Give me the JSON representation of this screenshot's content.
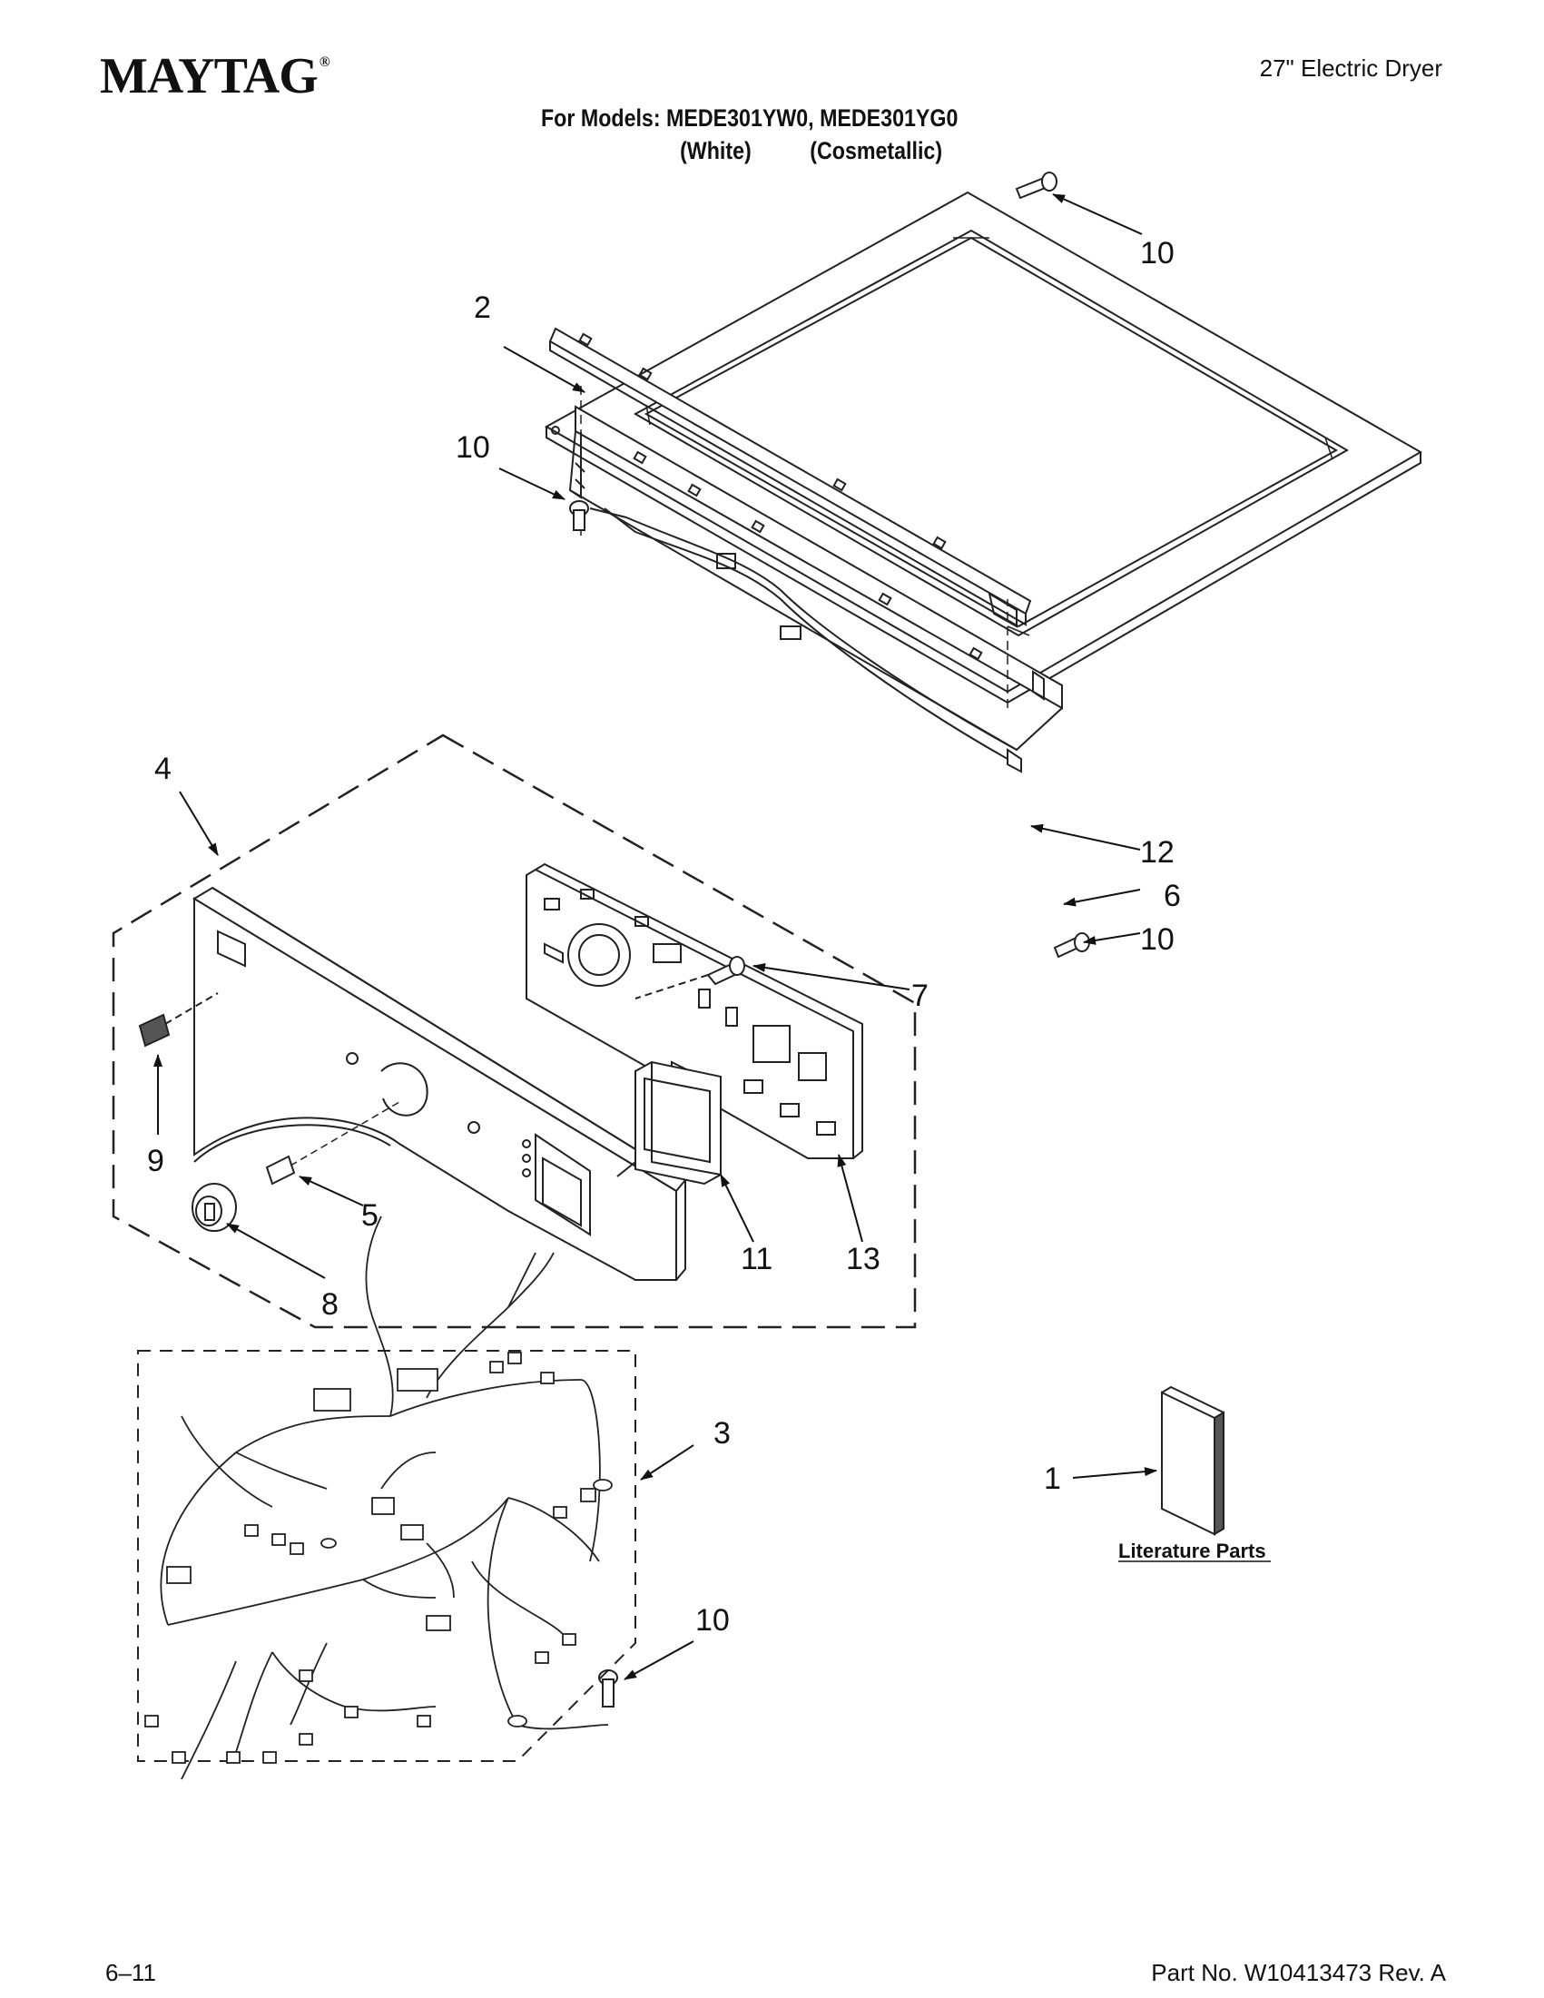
{
  "header": {
    "brand": "MAYTAG",
    "brand_mark": "®",
    "product": "27\" Electric Dryer",
    "models_line1": "For Models: MEDE301YW0, MEDE301YG0",
    "models_line2": "(White)          (Cosmetallic)"
  },
  "callouts": {
    "top_screw": "10",
    "top_panel": "2",
    "bracket_screw": "10",
    "console_assembly": "4",
    "bracket_clip": "12",
    "console_bracket": "6",
    "side_screw": "10",
    "board_screw": "7",
    "button": "9",
    "knob_shaft": "5",
    "knob": "8",
    "display": "11",
    "control_board": "13",
    "wire_harness": "3",
    "literature": "1",
    "harness_screw": "10"
  },
  "literature_label": "Literature Parts",
  "footer": {
    "page": "6–11",
    "part_number": "Part No. W10413473 Rev. A"
  }
}
